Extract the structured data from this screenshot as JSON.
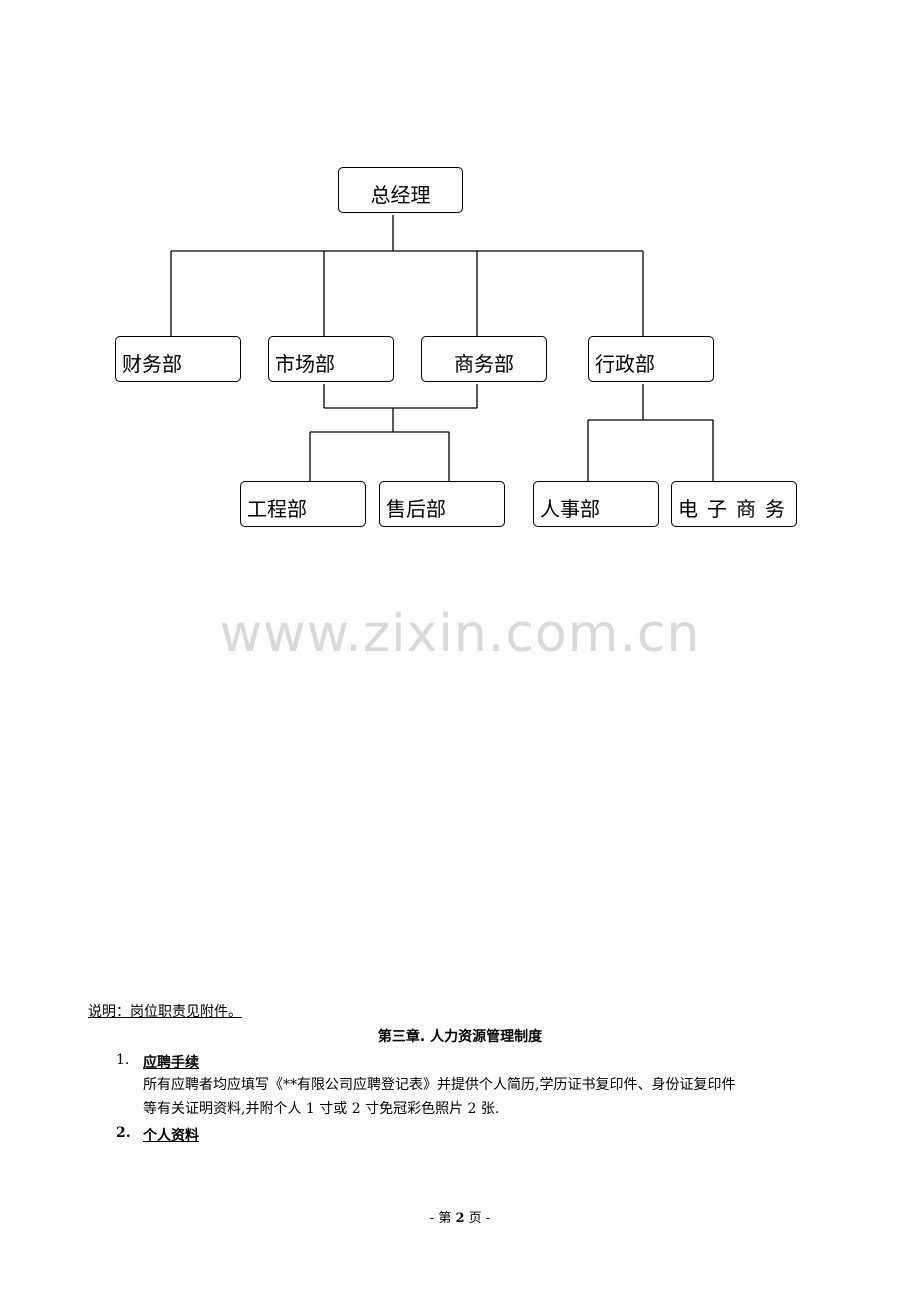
{
  "org_chart": {
    "top": "总经理",
    "departments": [
      "财务部",
      "市场部",
      "商务部",
      "行政部"
    ],
    "sub_departments": [
      "工程部",
      "售后部",
      "人事部",
      "电子商务"
    ]
  },
  "watermark": "www.zixin.com.cn",
  "note": "说明：岗位职责见附件。",
  "chapter_title": "第三章.  人力资源管理制度",
  "sections": [
    {
      "number": "1.",
      "title": "应聘手续",
      "lines": [
        "所有应聘者均应填写《**有限公司应聘登记表》并提供个人简历,学历证书复印件、身份证复印件",
        "等有关证明资料,并附个人 1 寸或 2 寸免冠彩色照片 2 张."
      ]
    },
    {
      "number": "2.",
      "title": "个人资料"
    }
  ],
  "footer": {
    "prefix": "- 第",
    "page": "2",
    "suffix": "页 -"
  }
}
